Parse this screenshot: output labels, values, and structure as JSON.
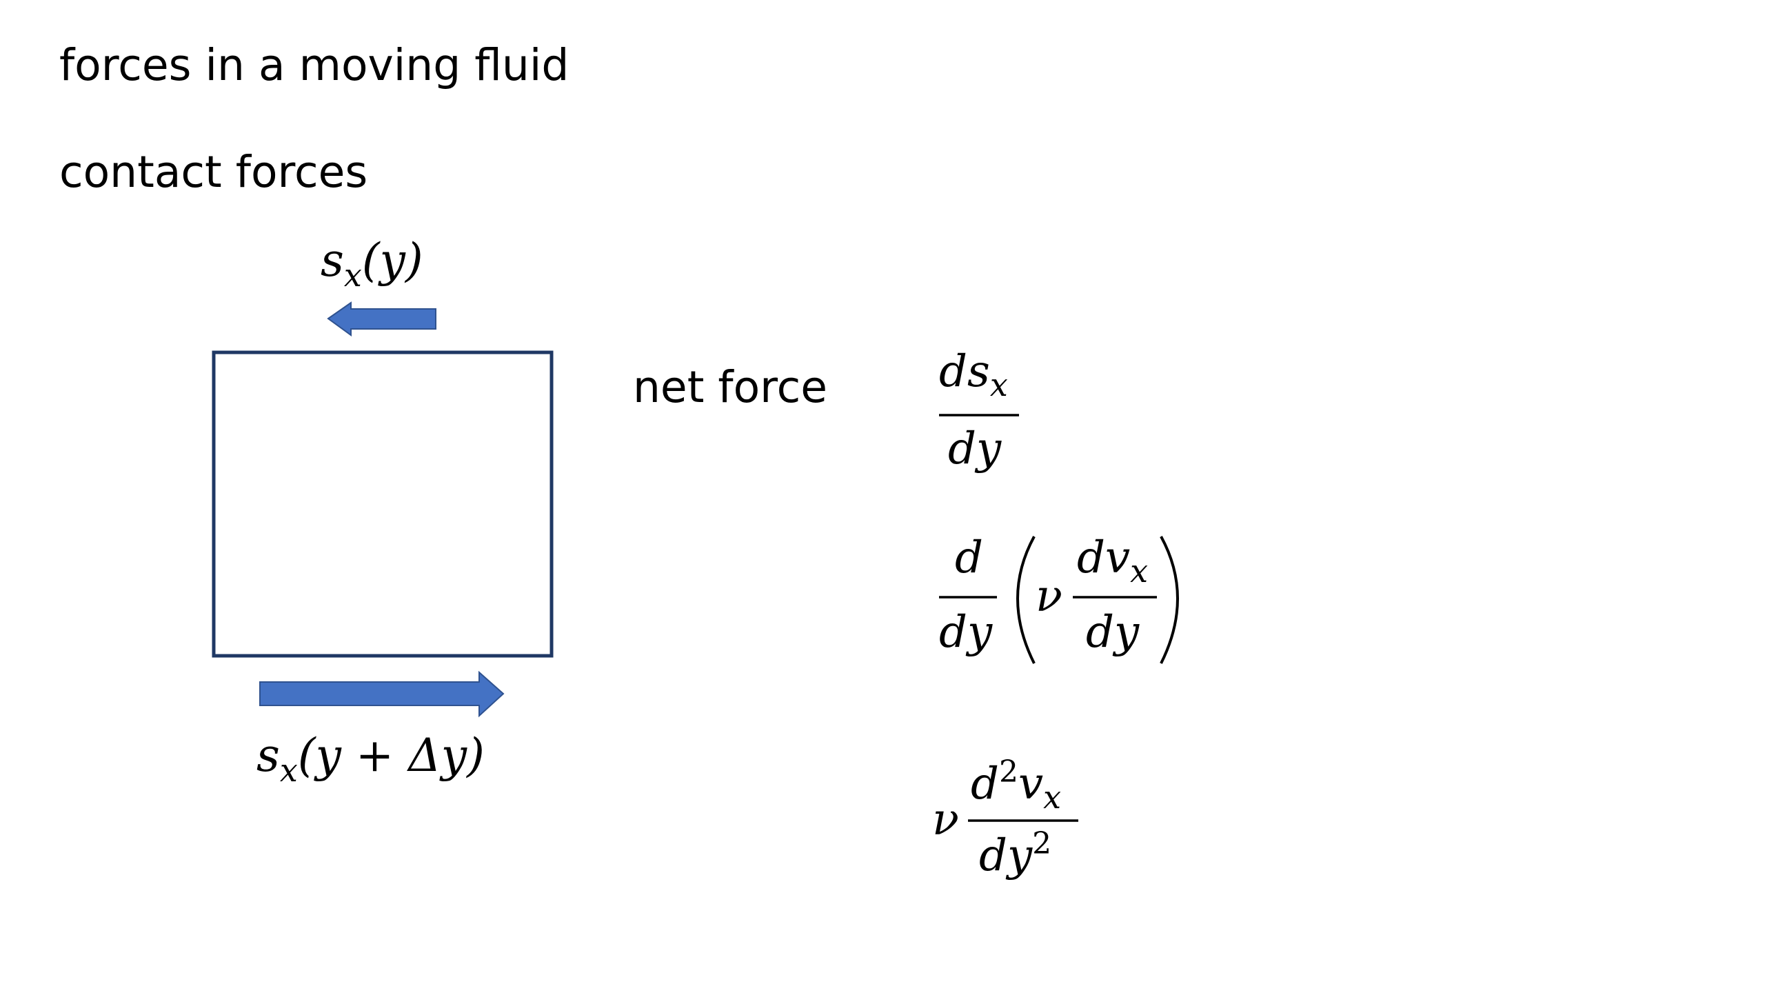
{
  "slide": {
    "title": "forces in a moving fluid",
    "subtitle": "contact forces",
    "net_force_label": "net force"
  },
  "diagram": {
    "top_stress": {
      "symbol": "s",
      "subscript": "x",
      "argument": "(y)"
    },
    "bottom_stress": {
      "symbol": "s",
      "subscript": "x",
      "argument": "(y + Δy)"
    },
    "top_arrow_direction": "left",
    "bottom_arrow_direction": "right"
  },
  "equations": {
    "eq1": {
      "numerator": "ds",
      "numerator_subscript": "x",
      "denominator": "dy"
    },
    "eq2": {
      "outer_numerator": "d",
      "outer_denominator": "dy",
      "coefficient": "ν",
      "inner_numerator": "dv",
      "inner_numerator_subscript": "x",
      "inner_denominator": "dy"
    },
    "eq3": {
      "coefficient": "ν",
      "numerator": "d",
      "numerator_power": "2",
      "numerator_var": "v",
      "numerator_subscript": "x",
      "denominator": "dy",
      "denominator_power": "2"
    }
  },
  "colors": {
    "arrow_fill": "#4472C4",
    "arrow_stroke": "#2F528F",
    "box_stroke": "#1F3864"
  }
}
